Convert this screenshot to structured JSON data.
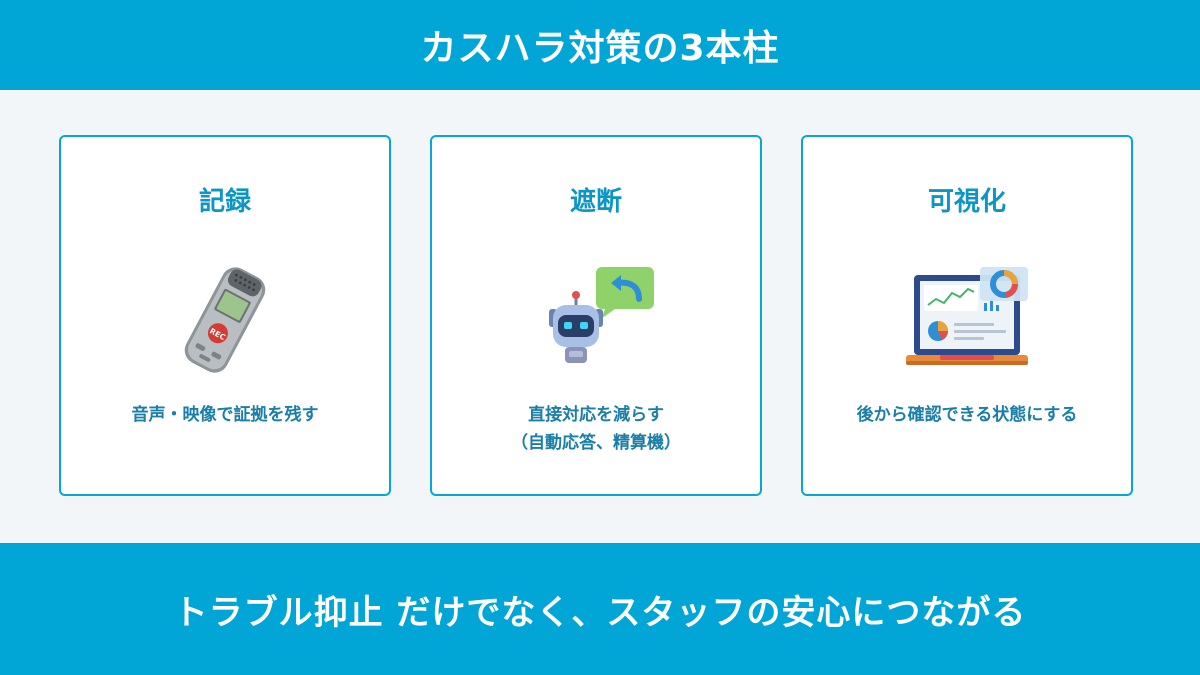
{
  "title": "カスハラ対策の3本柱",
  "cards": [
    {
      "title": "記録",
      "icon": "voice-recorder-icon",
      "desc_lines": [
        "音声・映像で証拠を残す"
      ],
      "icon_text": "REC"
    },
    {
      "title": "遮断",
      "icon": "robot-icon",
      "desc_lines": [
        "直接対応を減らす",
        "（自動応答、精算機）"
      ]
    },
    {
      "title": "可視化",
      "icon": "laptop-dashboard-icon",
      "desc_lines": [
        "後から確認できる状態にする"
      ]
    }
  ],
  "footer": "トラブル抑止 だけでなく、スタッフの安心につながる",
  "colors": {
    "accent": "#02a6d6",
    "card_title": "#0c96c6",
    "card_text": "#1a7ea7",
    "background": "#f3f6f8"
  }
}
